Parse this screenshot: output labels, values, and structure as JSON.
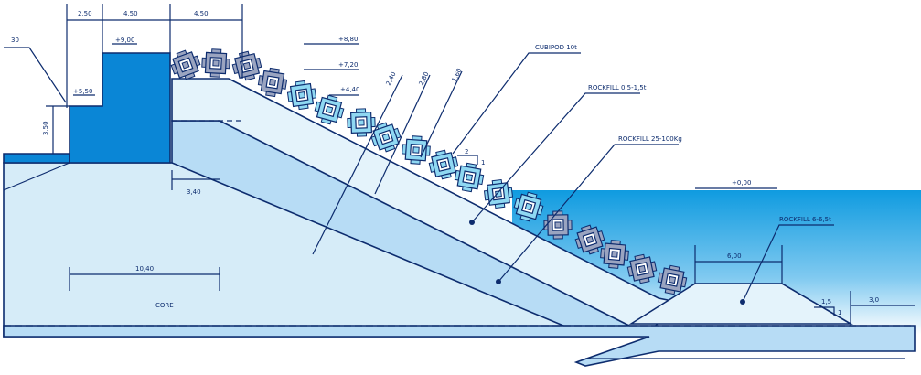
{
  "labels": {
    "cubipod": "CUBIPOD 10t",
    "rockfill_05_15": "ROCKFILL 0,5-1,5t",
    "rockfill_25_100": "ROCKFILL 25-100Kg",
    "rockfill_6_65": "ROCKFILL 6-6,5t",
    "core": "CORE"
  },
  "dimensions": {
    "top_250": "2,50",
    "top_450_a": "4,50",
    "top_450_b": "4,50",
    "h_350": "3,50",
    "w_340": "3,40",
    "w_1040": "10,40",
    "w_600": "6,00",
    "w_30": "3,0",
    "slope_2": "2",
    "slope_1_a": "1",
    "slope_15": "1,5",
    "slope_1_b": "1",
    "thick_240": "2,40",
    "thick_280": "2,80",
    "thick_160": "1,60",
    "ref_30": "30"
  },
  "elevations": {
    "e_900": "+9,00",
    "e_550": "+5,50",
    "e_880": "+8,80",
    "e_720": "+7,20",
    "e_440": "+4,40",
    "e_000": "+0,00"
  },
  "colors": {
    "water": "#0f9be0",
    "outline": "#0d2c6e",
    "crown_wall": "#0a86d6",
    "core": "#d6ecf8",
    "filter_layer": "#b7dcf5",
    "rockfill_upper": "#e4f3fb",
    "cubipod_dark": "#9aa4c0",
    "cubipod_light": "#8fd8f2"
  }
}
